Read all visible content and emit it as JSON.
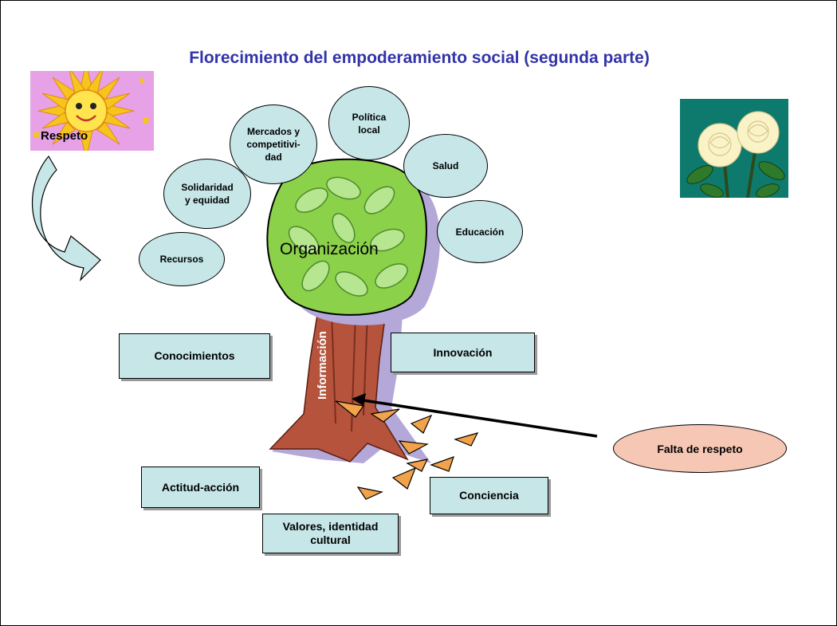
{
  "title": "Florecimiento del empoderamiento social (segunda parte)",
  "sun_label": "Respeto",
  "tree": {
    "crown_label": "Organización",
    "trunk_label": "Información"
  },
  "ovals": {
    "recursos": "Recursos",
    "solidaridad_1": "Solidaridad",
    "solidaridad_2": "y equidad",
    "mercados_1": "Mercados y",
    "mercados_2": "competitivi-",
    "mercados_3": "dad",
    "politica_1": "Política",
    "politica_2": "local",
    "salud": "Salud",
    "educacion": "Educación"
  },
  "boxes": {
    "conocimientos": "Conocimientos",
    "innovacion": "Innovación",
    "actitud": "Actitud-acción",
    "valores_1": "Valores, identidad",
    "valores_2": "cultural",
    "conciencia": "Conciencia"
  },
  "falta": "Falta de respeto",
  "colors": {
    "title": "#3333aa",
    "shape_fill": "#c6e6e8",
    "falta_fill": "#f6c7b4",
    "sun_bg": "#e7a1e6",
    "crown": "#8bd14a",
    "trunk": "#b5533c"
  }
}
